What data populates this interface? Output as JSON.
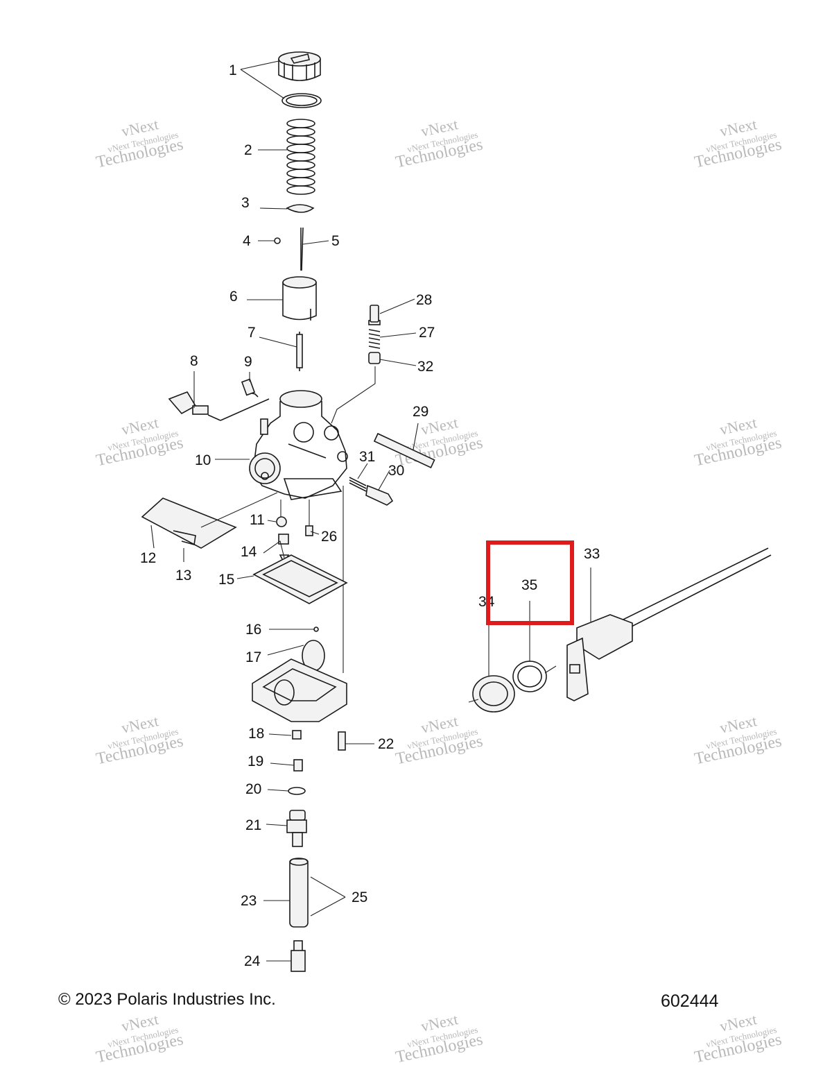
{
  "diagram": {
    "callouts": [
      "1",
      "2",
      "3",
      "4",
      "5",
      "6",
      "7",
      "8",
      "9",
      "10",
      "11",
      "12",
      "13",
      "14",
      "15",
      "16",
      "17",
      "18",
      "19",
      "20",
      "21",
      "22",
      "23",
      "24",
      "25",
      "26",
      "27",
      "28",
      "29",
      "30",
      "31",
      "32",
      "33",
      "34",
      "35"
    ],
    "highlight": {
      "label": "35",
      "color": "#e01b1b"
    },
    "watermark": {
      "line1": "vNext",
      "line2": "vNext Technologies",
      "line3": "Technologies"
    }
  },
  "footer": {
    "copyright": "© 2023 Polaris Industries Inc.",
    "drawing_number": "602444"
  }
}
